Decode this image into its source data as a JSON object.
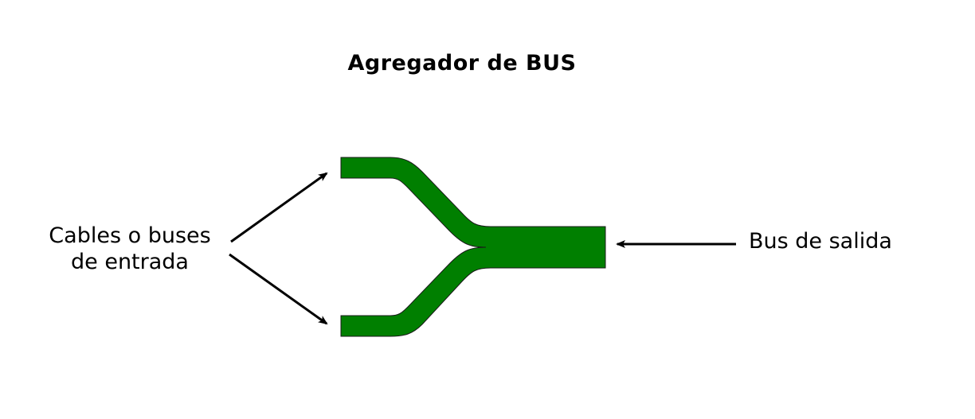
{
  "title": "Agregador de BUS",
  "labels": {
    "inputs_line1": "Cables o buses",
    "inputs_line2": "de entrada",
    "output": "Bus de salida"
  },
  "colors": {
    "bus_fill": "#007f00",
    "bus_stroke": "#1a1a1a",
    "arrow": "#000000",
    "text": "#000000",
    "background": "#ffffff"
  }
}
